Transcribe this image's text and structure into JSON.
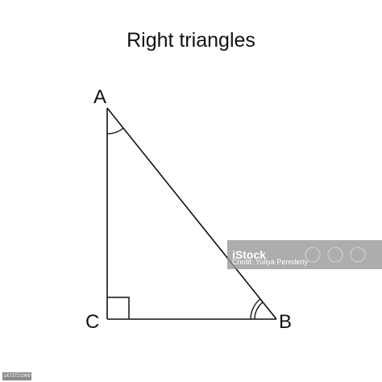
{
  "title": "Right triangles",
  "vertices": {
    "a": "A",
    "b": "B",
    "c": "C"
  },
  "watermark": {
    "brand": "iStock",
    "subtitle": "Credit:",
    "credit": "Credit: Yuliya Perederiy"
  },
  "stock_id": "1473721069",
  "colors": {
    "line": "#111111",
    "background": "#ffffff",
    "watermark": "#969696"
  }
}
